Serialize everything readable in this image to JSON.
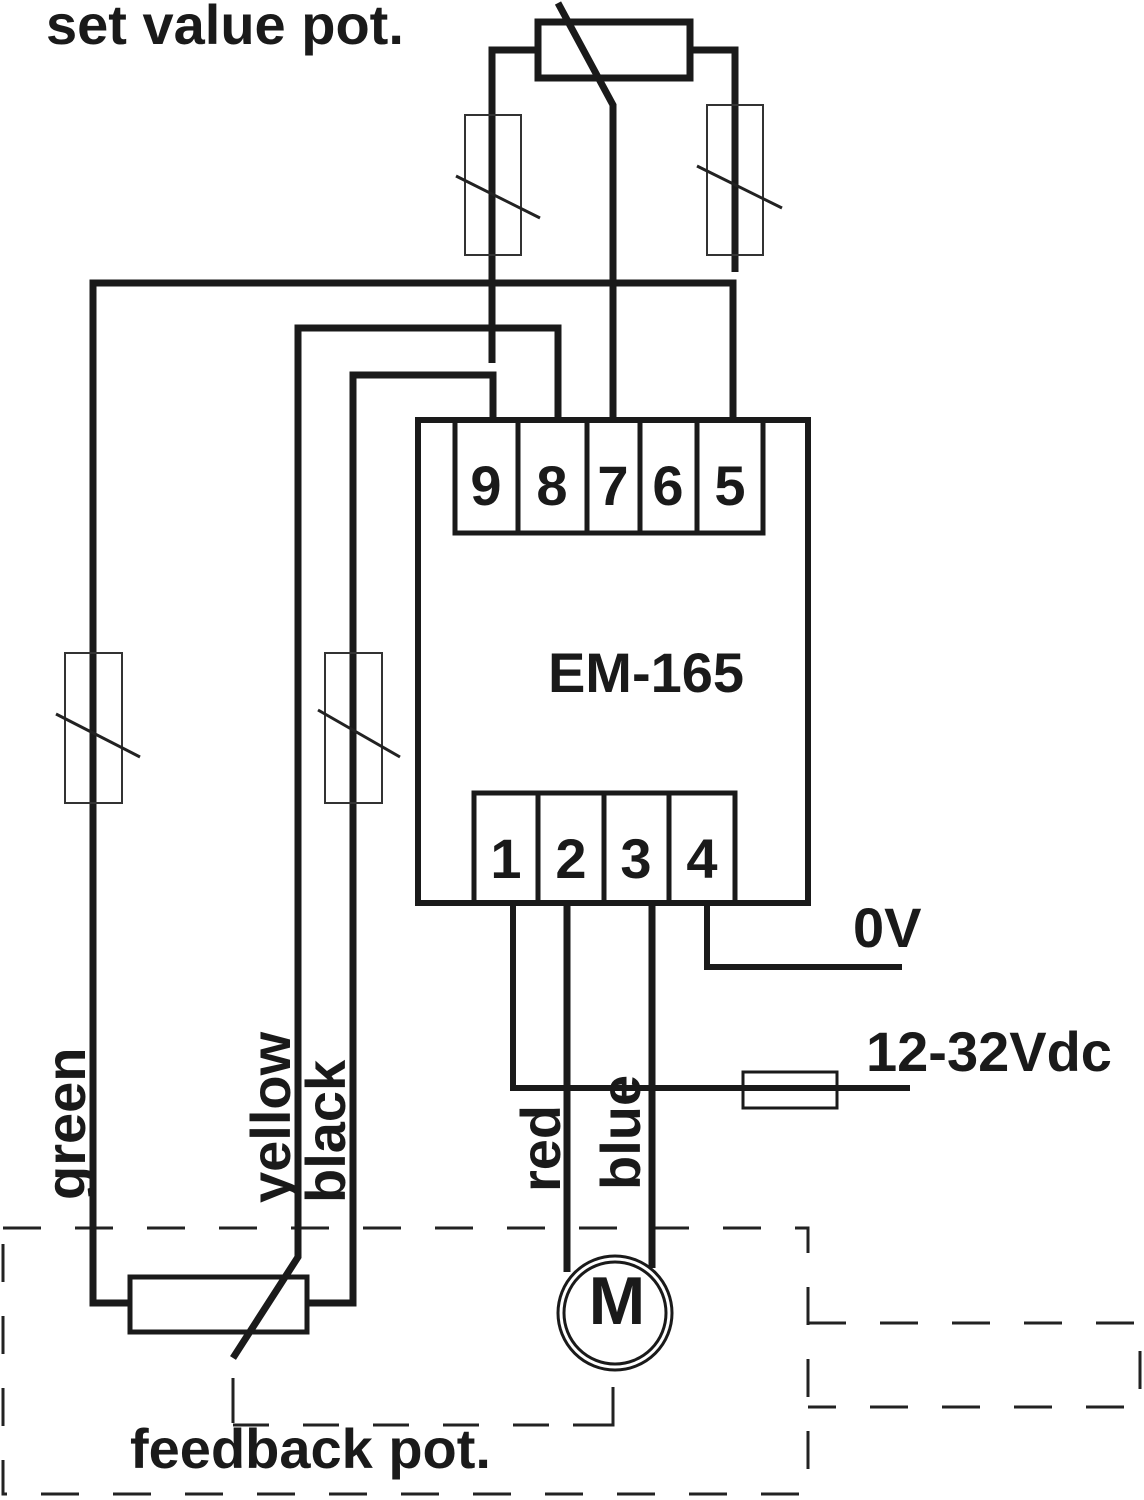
{
  "title": "set value pot.",
  "module": {
    "name": "EM-165",
    "top_terminals": [
      "9",
      "8",
      "7",
      "6",
      "5"
    ],
    "bottom_terminals": [
      "1",
      "2",
      "3",
      "4"
    ]
  },
  "power": {
    "zero_volt": "0V",
    "supply": "12-32Vdc"
  },
  "motor": {
    "label": "M"
  },
  "feedback": {
    "label": "feedback pot."
  },
  "wires": {
    "green": "green",
    "yellow": "yellow",
    "black": "black",
    "red": "red",
    "blue": "blue"
  },
  "colors": {
    "line": "#1a1a1a",
    "background": "#ffffff"
  }
}
